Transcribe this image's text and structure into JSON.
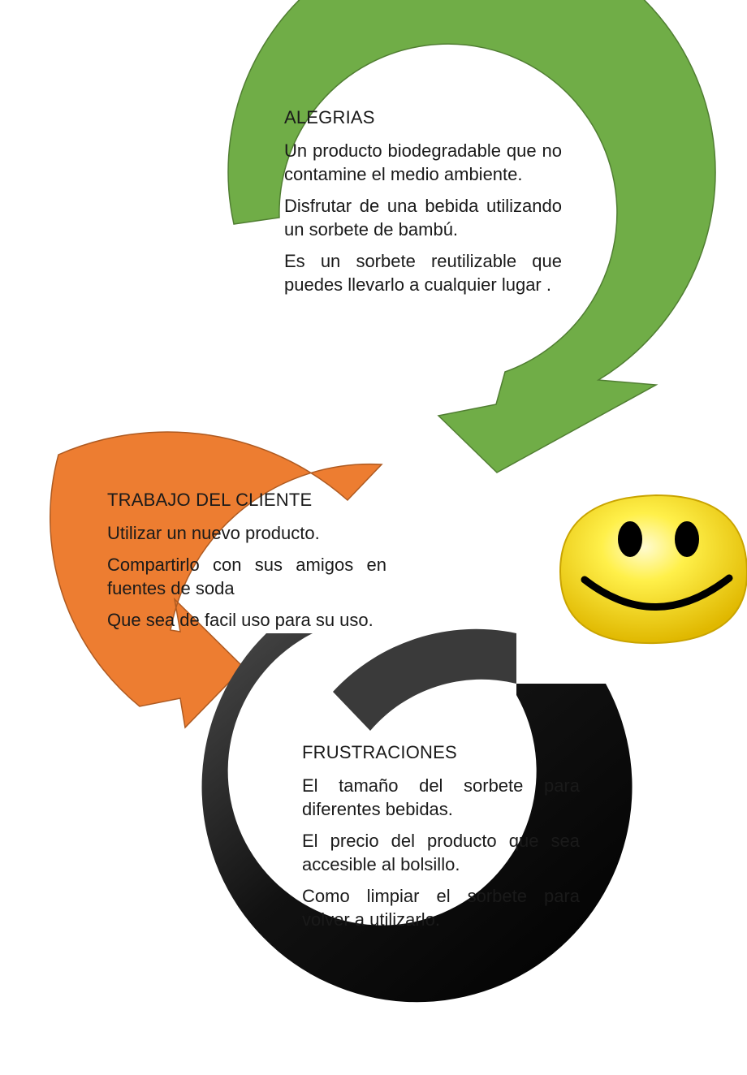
{
  "sections": {
    "alegrias": {
      "title": "ALEGRIAS",
      "items": [
        "Un producto biodegradable que no contamine el medio ambiente.",
        "Disfrutar de una bebida utilizando un sorbete de bambú.",
        "Es un sorbete reutilizable que puedes llevarlo a cualquier lugar ."
      ]
    },
    "trabajo": {
      "title": "TRABAJO DEL CLIENTE",
      "items": [
        "Utilizar un nuevo producto.",
        "Compartirlo con sus amigos en fuentes de soda",
        "Que sea de facil uso para su uso."
      ]
    },
    "frustraciones": {
      "title": "FRUSTRACIONES",
      "items": [
        "El tamaño del sorbete para diferentes bebidas.",
        "El precio del producto que sea accesible al bolsillo.",
        "Como limpiar el sorbete para volver a utilizarlo."
      ]
    }
  },
  "colors": {
    "green_arrow": "#70ad47",
    "orange_arrow": "#ed7d31",
    "black_ring": "#000000",
    "smiley_face": "#ffe033"
  },
  "icons": [
    "curved-arrow-green",
    "curved-arrow-orange",
    "circular-arrow-black",
    "smiley-face-icon"
  ]
}
